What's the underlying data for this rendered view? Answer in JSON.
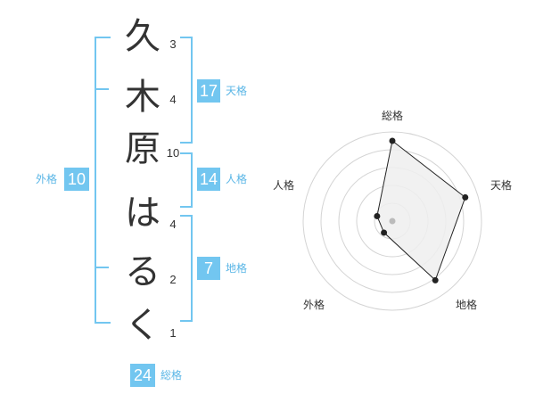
{
  "name": {
    "chars": [
      {
        "char": "久",
        "strokes": "3"
      },
      {
        "char": "木",
        "strokes": "4"
      },
      {
        "char": "原",
        "strokes": "10"
      },
      {
        "char": "は",
        "strokes": "4"
      },
      {
        "char": "る",
        "strokes": "2"
      },
      {
        "char": "く",
        "strokes": "1"
      }
    ]
  },
  "fortune": {
    "tenkaku": {
      "value": "17",
      "label": "天格"
    },
    "jinkaku": {
      "value": "14",
      "label": "人格"
    },
    "chikaku": {
      "value": "7",
      "label": "地格"
    },
    "gaikaku": {
      "value": "10",
      "label": "外格"
    },
    "soukaku": {
      "value": "24",
      "label": "総格"
    }
  },
  "colors": {
    "accent": "#72c6f0",
    "label": "#5ab6e6",
    "text": "#333333"
  },
  "chart_data": {
    "type": "radar",
    "axes": [
      "総格",
      "天格",
      "地格",
      "外格",
      "人格"
    ],
    "values": [
      4.5,
      4.3,
      4.1,
      0.8,
      0.9
    ],
    "range": [
      0,
      5
    ],
    "rings": 5
  }
}
